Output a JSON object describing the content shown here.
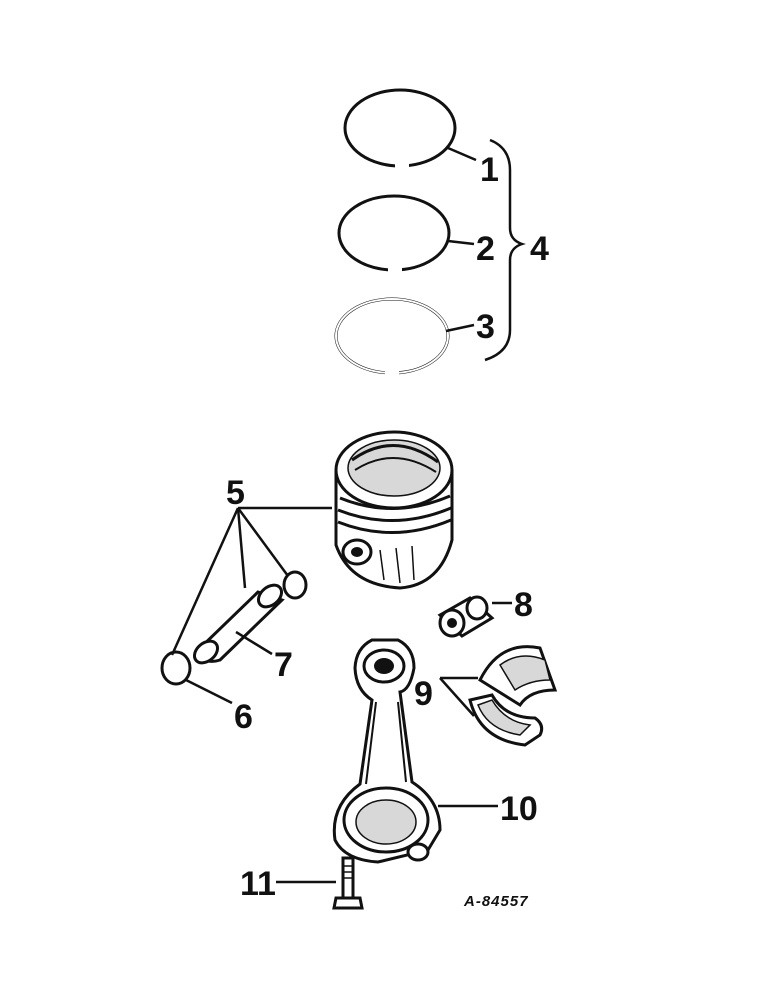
{
  "callouts": {
    "c1": "1",
    "c2": "2",
    "c3": "3",
    "c4": "4",
    "c5": "5",
    "c6": "6",
    "c7": "7",
    "c8": "8",
    "c9": "9",
    "c10": "10",
    "c11": "11"
  },
  "figure_id": "A-84557"
}
